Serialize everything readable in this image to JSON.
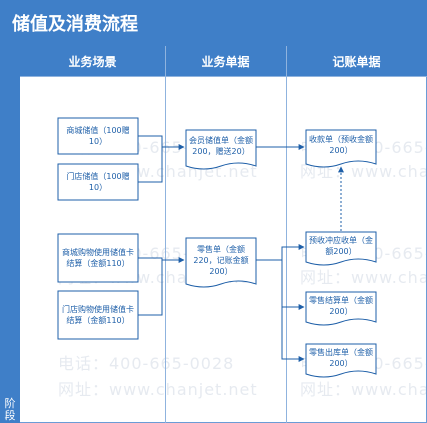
{
  "title": "储值及消费流程",
  "phase_label": "阶段",
  "columns": [
    "业务场景",
    "业务单据",
    "记账单据"
  ],
  "nodes": {
    "mall_recharge": "商城储值（100赠10）",
    "store_recharge": "门店储值（100赠10）",
    "mall_purchase": "商城购物使用储值卡结算（金额110）",
    "store_purchase": "门店购物使用储值卡结算（金额110）",
    "member_recharge_doc": "会员储值单（金额200，赠送20）",
    "retail_doc": "零售单（金额220，记账金额200）",
    "receipt_doc": "收款单（预收金额200）",
    "prepay_offset_doc": "预收冲应收单（金额200）",
    "retail_settlement_doc": "零售结算单（金额200）",
    "retail_outbound_doc": "零售出库单（金额200）"
  },
  "watermarks": {
    "phone": "电话：400-665-0028",
    "site": "网址：www.chanjet.net"
  },
  "colors": {
    "header_bg": "#3f7fc8",
    "line": "#1e5fa8",
    "box_fill": "#ffffff",
    "box_stroke": "#1e5fa8"
  }
}
